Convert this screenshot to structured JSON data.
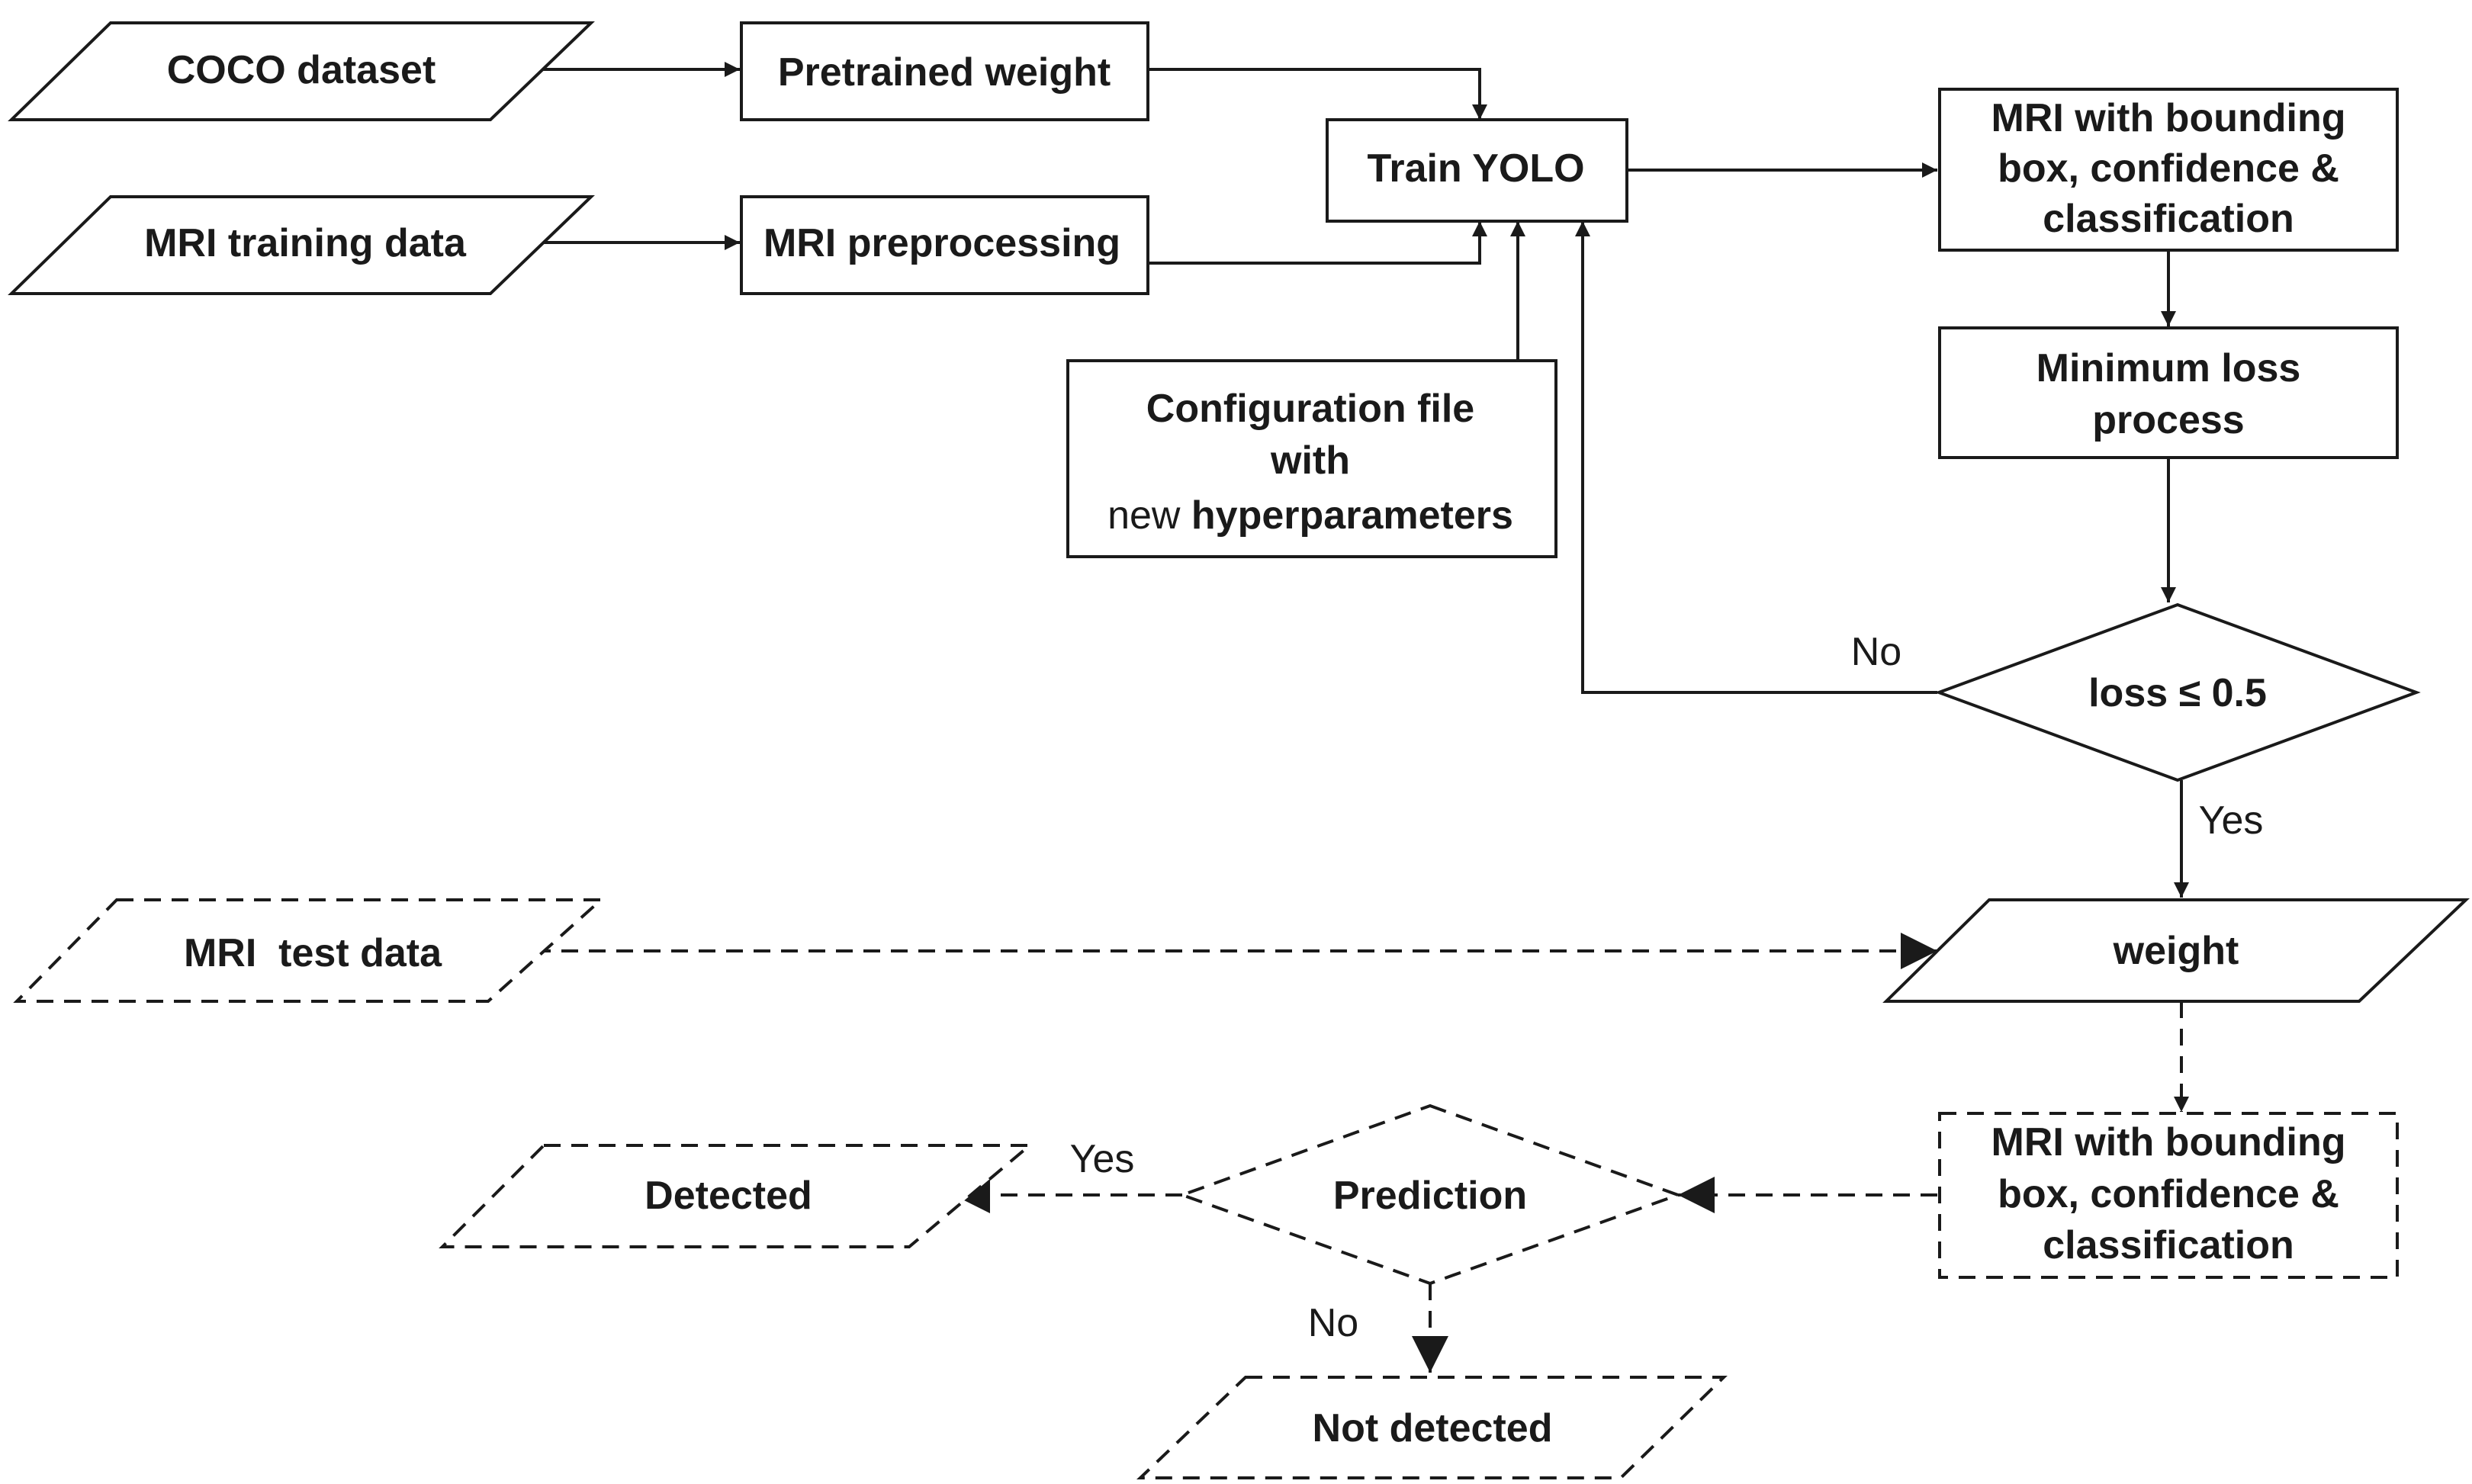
{
  "nodes": {
    "coco": "COCO dataset",
    "pretrained": "Pretrained weight",
    "mri_train": "MRI training data",
    "mri_pre": "MRI preprocessing",
    "train_yolo": "Train YOLO",
    "config_l1": "Configuration file",
    "config_l2": "with",
    "config_l3a": "new",
    "config_l3b": "hyperparameters",
    "mri_bb_l1": "MRI with bounding",
    "mri_bb_l2": "box, confidence &",
    "mri_bb_l3": "classification",
    "minloss_l1": "Minimum loss",
    "minloss_l2": "process",
    "loss": "loss ≤ 0.5",
    "weight": "weight",
    "test": "MRI  test data",
    "mri_bb2_l1": "MRI with bounding",
    "mri_bb2_l2": "box, confidence &",
    "mri_bb2_l3": "classification",
    "prediction": "Prediction",
    "detected": "Detected",
    "not_detected": "Not detected"
  },
  "edge_labels": {
    "loss_no": "No",
    "loss_yes": "Yes",
    "pred_yes": "Yes",
    "pred_no": "No"
  }
}
